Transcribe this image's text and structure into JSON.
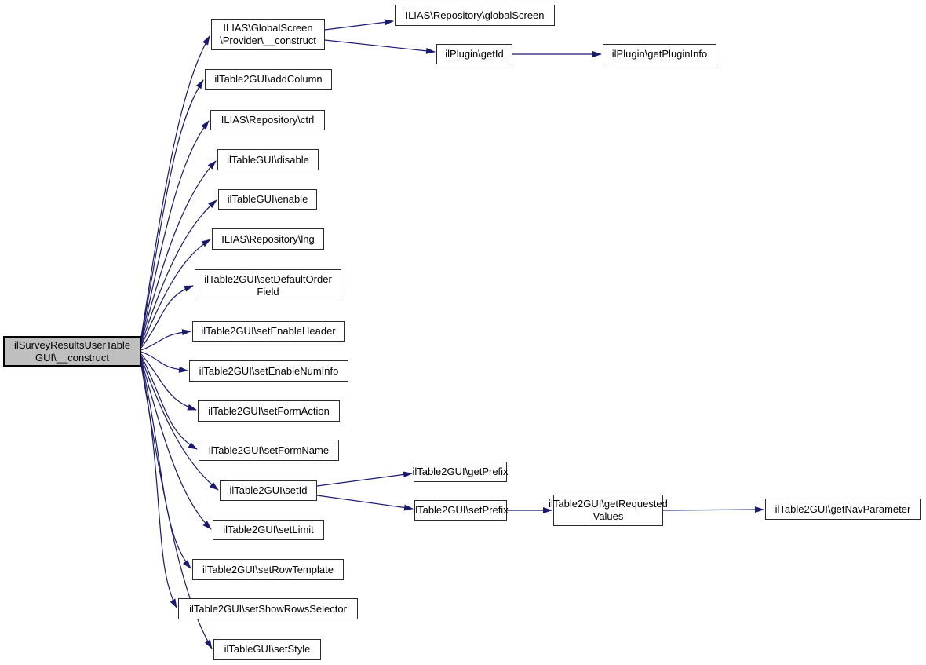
{
  "diagram": {
    "type": "call-graph",
    "background": "#ffffff",
    "edge_color": "#191970",
    "node_fill": "#ffffff",
    "node_border_color": "#2b2b2b",
    "root_fill": "#bfbfbf",
    "root_border_color": "#000000"
  },
  "nodes": {
    "root": {
      "label": "ilSurveyResultsUserTable\nGUI\\__construct"
    },
    "provider_construct": {
      "label": "ILIAS\\GlobalScreen\n\\Provider\\__construct"
    },
    "repository_globalscreen": {
      "label": "ILIAS\\Repository\\globalScreen"
    },
    "plugin_getid": {
      "label": "ilPlugin\\getId"
    },
    "plugin_getplugininfo": {
      "label": "ilPlugin\\getPluginInfo"
    },
    "addcolumn": {
      "label": "ilTable2GUI\\addColumn"
    },
    "repository_ctrl": {
      "label": "ILIAS\\Repository\\ctrl"
    },
    "disable": {
      "label": "ilTableGUI\\disable"
    },
    "enable": {
      "label": "ilTableGUI\\enable"
    },
    "repository_lng": {
      "label": "ILIAS\\Repository\\lng"
    },
    "setdefaultorderfield": {
      "label": "ilTable2GUI\\setDefaultOrder\nField"
    },
    "setenableheader": {
      "label": "ilTable2GUI\\setEnableHeader"
    },
    "setenablenuminfo": {
      "label": "ilTable2GUI\\setEnableNumInfo"
    },
    "setformaction": {
      "label": "ilTable2GUI\\setFormAction"
    },
    "setformname": {
      "label": "ilTable2GUI\\setFormName"
    },
    "setid": {
      "label": "ilTable2GUI\\setId"
    },
    "setlimit": {
      "label": "ilTable2GUI\\setLimit"
    },
    "setrowtemplate": {
      "label": "ilTable2GUI\\setRowTemplate"
    },
    "setshowrowsselector": {
      "label": "ilTable2GUI\\setShowRowsSelector"
    },
    "setstyle": {
      "label": "ilTableGUI\\setStyle"
    },
    "getprefix": {
      "label": "ilTable2GUI\\getPrefix"
    },
    "setprefix": {
      "label": "ilTable2GUI\\setPrefix"
    },
    "getrequestedvalues": {
      "label": "ilTable2GUI\\getRequested\nValues"
    },
    "getnavparameter": {
      "label": "ilTable2GUI\\getNavParameter"
    }
  },
  "edges": [
    {
      "from": "root",
      "to": "provider_construct"
    },
    {
      "from": "root",
      "to": "addcolumn"
    },
    {
      "from": "root",
      "to": "repository_ctrl"
    },
    {
      "from": "root",
      "to": "disable"
    },
    {
      "from": "root",
      "to": "enable"
    },
    {
      "from": "root",
      "to": "repository_lng"
    },
    {
      "from": "root",
      "to": "setdefaultorderfield"
    },
    {
      "from": "root",
      "to": "setenableheader"
    },
    {
      "from": "root",
      "to": "setenablenuminfo"
    },
    {
      "from": "root",
      "to": "setformaction"
    },
    {
      "from": "root",
      "to": "setformname"
    },
    {
      "from": "root",
      "to": "setid"
    },
    {
      "from": "root",
      "to": "setlimit"
    },
    {
      "from": "root",
      "to": "setrowtemplate"
    },
    {
      "from": "root",
      "to": "setshowrowsselector"
    },
    {
      "from": "root",
      "to": "setstyle"
    },
    {
      "from": "provider_construct",
      "to": "repository_globalscreen"
    },
    {
      "from": "provider_construct",
      "to": "plugin_getid"
    },
    {
      "from": "plugin_getid",
      "to": "plugin_getplugininfo"
    },
    {
      "from": "setid",
      "to": "getprefix"
    },
    {
      "from": "setid",
      "to": "setprefix"
    },
    {
      "from": "setprefix",
      "to": "getrequestedvalues"
    },
    {
      "from": "getrequestedvalues",
      "to": "getnavparameter"
    }
  ]
}
